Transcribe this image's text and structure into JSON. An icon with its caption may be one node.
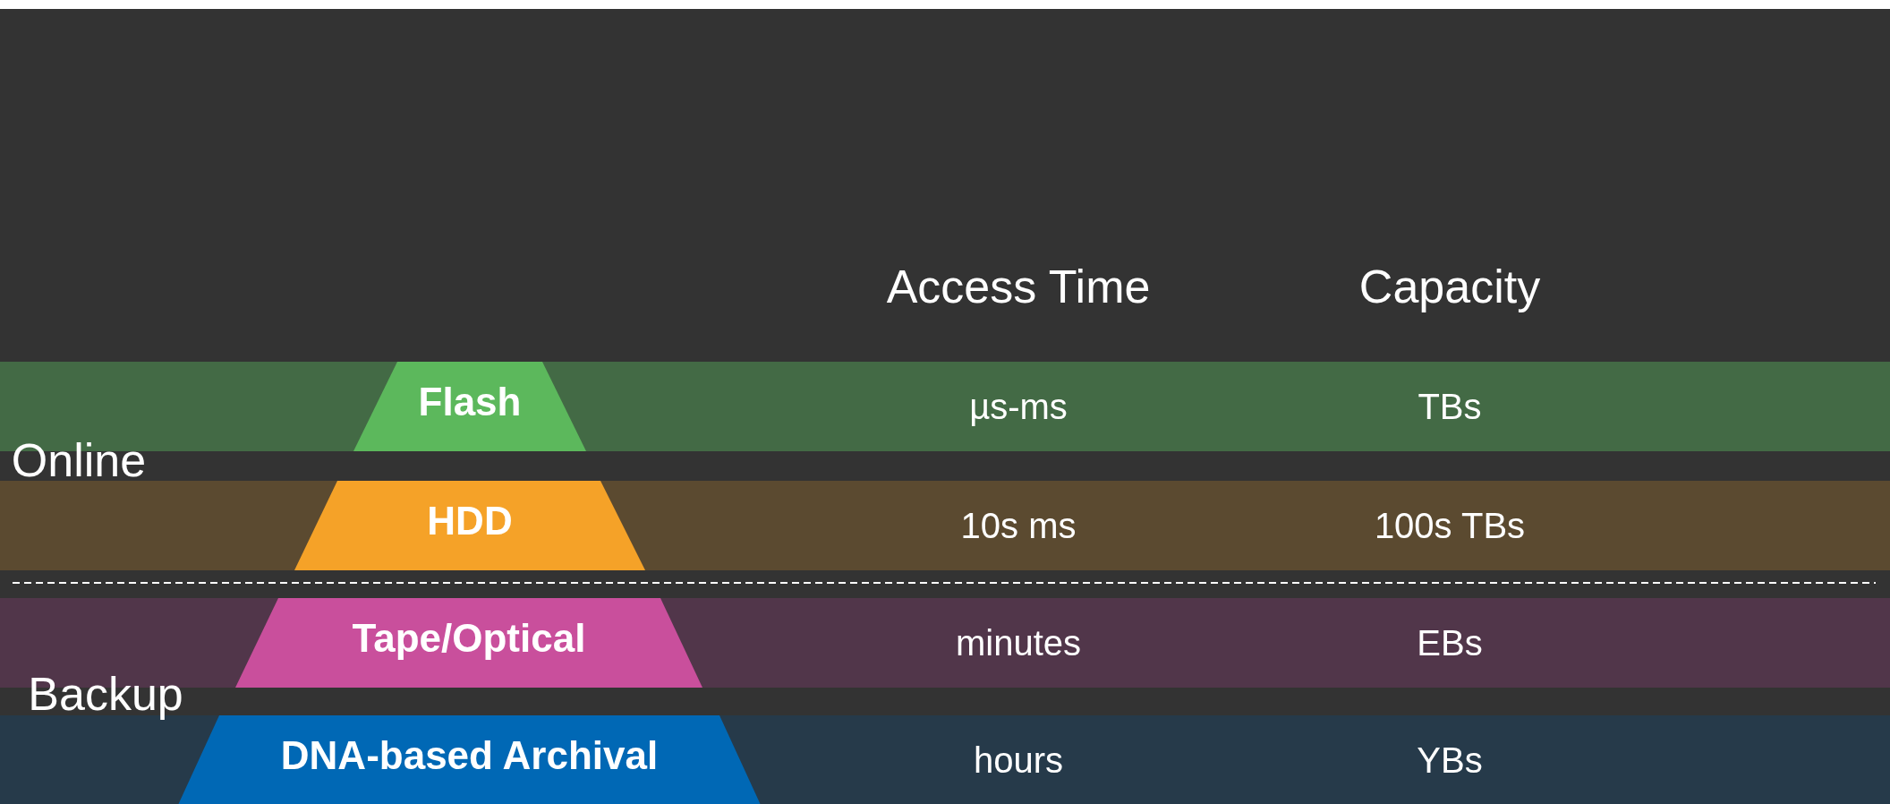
{
  "diagram": {
    "nodes": [
      {
        "text": [
          "µs-ms",
          "TBs"
        ]
      },
      {
        "text": [
          "Flash"
        ],
        "in": 0
      },
      {
        "text": [
          "10s ms",
          "100s TBs"
        ]
      },
      {
        "text": [
          "HDD"
        ],
        "in": 2
      },
      {
        "text": [
          "minutes",
          "EBs"
        ]
      },
      {
        "text": [
          "Tape/Optical"
        ],
        "in": 4
      },
      {
        "text": [
          "hours",
          "YBs"
        ]
      },
      {
        "text": [
          "DNA-based Archival"
        ],
        "in": 6
      }
    ],
    "edges": [],
    "labels": [
      "Access Time",
      "Capacity",
      "Online",
      "Backup"
    ]
  }
}
